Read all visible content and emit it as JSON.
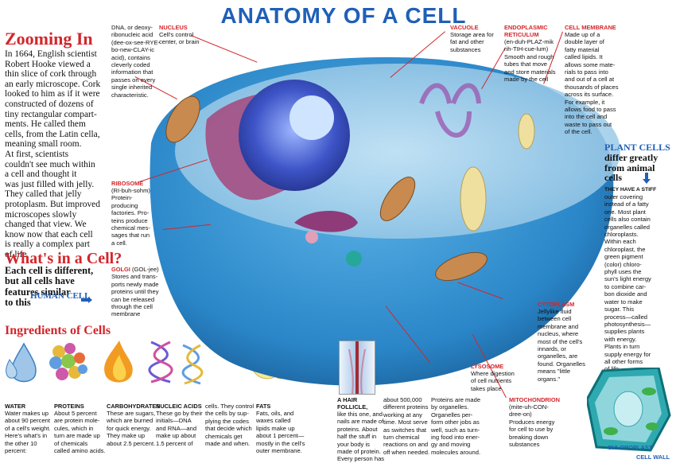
{
  "title": "ANATOMY OF A CELL",
  "zooming": {
    "heading": "Zooming In",
    "p1": "In 1664, English scientist\nRobert Hooke viewed a\nthin slice of cork through\nan early microscope. Cork\nlooked to him as if it were\nconstructed of dozens of\ntiny rectangular compart-\nments. He called them\ncells, from the Latin cella,\nmeaning small room.",
    "p2": "   At first, scientists\ncouldn't see much within\na cell and thought it\nwas just filled with jelly.\nThey called that jelly\nprotoplasm. But improved\nmicroscopes slowly\nchanged that view. We\nknow now that each cell\nis really a complex part\nof life."
  },
  "whats": {
    "heading": "What's in a Cell?",
    "sub": "Each cell is different,\nbut all cells have\nfeatures similar\nto this",
    "link": "HUMAN CELL"
  },
  "ingredients": {
    "heading": "Ingredients of Cells",
    "items": [
      {
        "title": "WATER",
        "text": "Water makes up\nabout 90 percent\nof a cell's weight.\nHere's what's in\nthe other 10\npercent:"
      },
      {
        "title": "PROTEINS",
        "text": "About 5 percent\nare protein mole-\ncules, which in\nturn are made up\nof chemicals\ncalled amino acids."
      },
      {
        "title": "CARBOHYDRATES",
        "text": "These are sugars,\nwhich are burned\nfor quick energy.\nThey make up\nabout 2.5 percent."
      },
      {
        "title": "NUCLEIC ACIDS",
        "text": "These go by their\ninitials—DNA\nand RNA—and\nmake up about\n1.5 percent of"
      },
      {
        "title": "",
        "text": "cells. They control\nthe cells by sup-\nplying the codes\nthat decide which\nchemicals get\nmade and when."
      },
      {
        "title": "FATS",
        "text": "Fats, oils, and\nwaxes called\nlipids make up\nabout 1 percent—\nmostly in the cell's\nouter membrane."
      }
    ]
  },
  "labels": {
    "dna": {
      "text": "DNA, or deoxy-\nribonucleic acid\n(dee-ox-see-RYE-\nbo-new-CLAY-ic\nacid), contains\ncleverly coded\ninformation that\npasses on every\nsingle inherited\ncharacteristic."
    },
    "nucleus": {
      "title": "NUCLEUS",
      "text": "Cell's control\ncenter, or brain"
    },
    "vacuole": {
      "title": "VACUOLE",
      "text": "Storage area for\nfat and other\nsubstances"
    },
    "er": {
      "title": "ENDOPLASMIC\nRETICULUM",
      "text": "(en-duh-PLAZ-mik\nrih-TIH-cue-lum)\nSmooth and rough\ntubes that move\nand store materials\nmade by the cell"
    },
    "membrane": {
      "title": "CELL MEMBRANE",
      "text": "Made up of a\ndouble layer of\nfatty material\ncalled lipids. It\nallows some mate-\nrials to pass into\nand out of a cell at\nthousands of places\nacross its surface.\nFor example, it\nallows food to pass\ninto the cell and\nwaste to pass out\nof the cell."
    },
    "ribosome": {
      "title": "RIBOSOME",
      "text": "(RI-buh-sohm)\nProtein-\nproducing\nfactories. Pro-\nteins produce\nchemical mes-\nsages that run\na cell."
    },
    "golgi": {
      "title": "GOLGI",
      "text": " (GOL-jee)\nStores and trans-\nports newly made\nproteins until they\ncan be released\nthrough the cell\nmembrane"
    },
    "cytoplasm": {
      "title": "CYTOPLASM",
      "text": "Jellylike fluid\nbetween cell\nmembrane and\nnucleus, where\nmost of the cell's\ninnards, or\norganelles, are\nfound. Organelles\nmeans \"little\norgans.\""
    },
    "lysosome": {
      "title": "LYSOSOME",
      "text": "Where digestion\nof cell nutrients\ntakes place"
    },
    "mito": {
      "title": "MITOCHONDRION",
      "text": "(mite-uh-CON-\ndree-on)\nProduces energy\nfor cell to use by\nbreaking down\nsubstances"
    }
  },
  "hair": {
    "title": "A HAIR FOLLICLE,",
    "text": "like this one, and\nnails are made of\nproteins. About\nhalf the stuff in\nyour body is\nmade of protein.\nEvery person has",
    "col2": "about 500,000\ndifferent proteins\nworking at any\ntime. Most serve\nas switches that\nturn chemical\nreactions on and\noff when needed.",
    "col3": "Proteins are made\nby organelles.\nOrganelles per-\nform other jobs as\nwell, such as turn-\ning food into ener-\ngy and moving\nmolecules around."
  },
  "plant": {
    "heading": "PLANT CELLS",
    "sub": "differ greatly\nfrom animal\ncells",
    "lead": "THEY HAVE A STIFF",
    "text": "outer covering\ninstead of a fatty\none. Most plant\ncells also contain\norganelles called\nchloroplasts.\nWithin each\nchloroplast, the\ngreen pigment\n(color) chloro-\nphyll uses the\nsun's light energy\nto combine car-\nbon dioxide and\nwater to make\nsugar. This\nprocess—called\nphotosynthesis—\nsupplies plants\nwith energy.\nPlants in turn\nsupply energy for\nall other forms\nof life.",
    "chloroplast": "CHLOROPLAST",
    "wall": "CELL WALL"
  },
  "colors": {
    "red": "#d3262b",
    "blue": "#1f5fb8",
    "cell": "#2b8fcf",
    "nucleus": "#3a4fc0"
  }
}
